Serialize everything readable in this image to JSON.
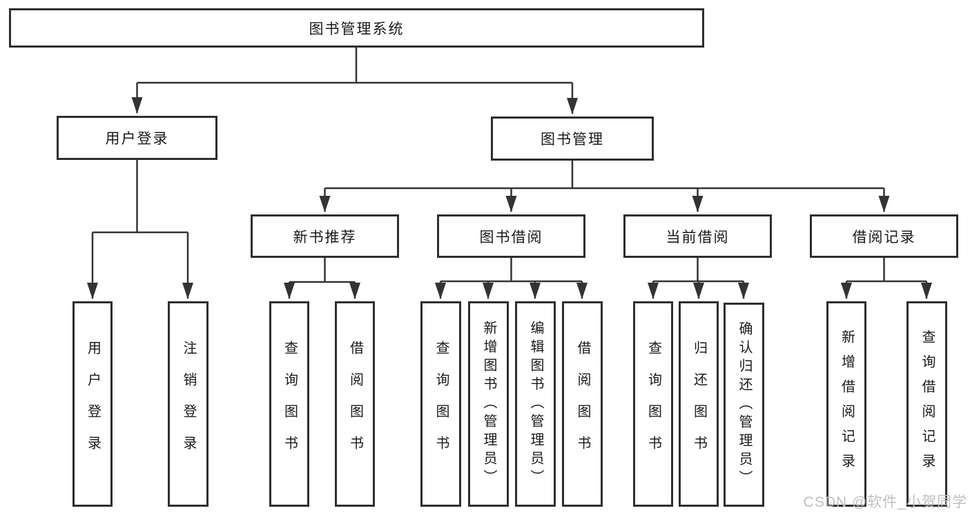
{
  "diagram": {
    "root": "图书管理系统",
    "nodes": {
      "user_login": "用户登录",
      "book_management": "图书管理",
      "new_books": "新书推荐",
      "book_borrow": "图书借阅",
      "current_borrow": "当前借阅",
      "borrow_records": "借阅记录"
    },
    "leaves": {
      "user_login": [
        "用户登录",
        "注销登录"
      ],
      "new_books": [
        "查询图书",
        "借阅图书"
      ],
      "book_borrow": [
        "查询图书",
        "新增图书（管理员）",
        "编辑图书（管理员）",
        "借阅图书"
      ],
      "current_borrow": [
        "查询图书",
        "归还图书",
        "确认归还（管理员）"
      ],
      "borrow_records": [
        "新增借阅记录",
        "查询借阅记录"
      ]
    }
  },
  "watermark": "CSDN @软件_小贺同学",
  "colors": {
    "line": "#333333",
    "border": "#2e2e2e",
    "text": "#1a1a1a",
    "watermark": "#bfbfbf",
    "background": "#ffffff"
  }
}
